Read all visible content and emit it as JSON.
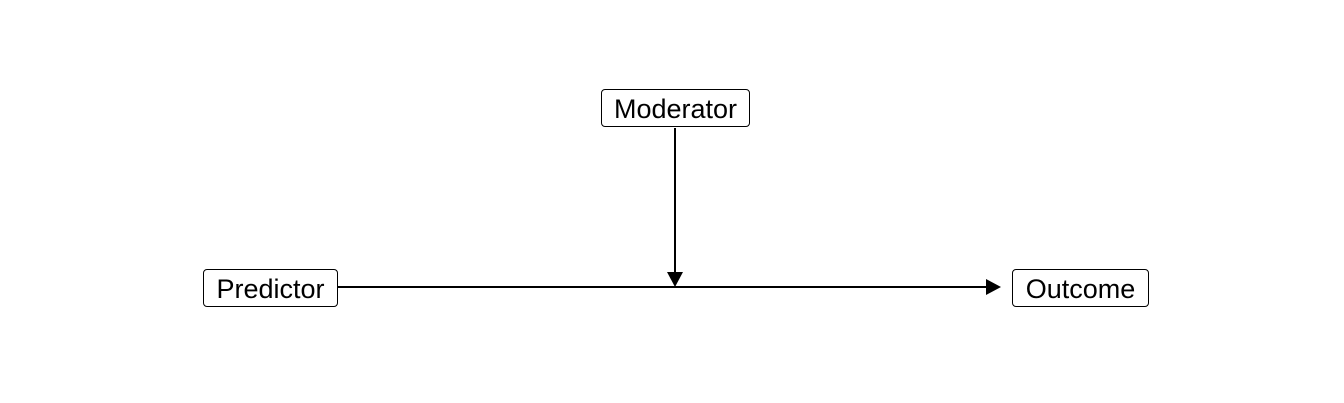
{
  "nodes": {
    "moderator": {
      "label": "Moderator"
    },
    "predictor": {
      "label": "Predictor"
    },
    "outcome": {
      "label": "Outcome"
    }
  },
  "edges": [
    {
      "from": "predictor",
      "to": "outcome",
      "type": "directed"
    },
    {
      "from": "moderator",
      "to": "predictor-outcome-path",
      "type": "directed"
    }
  ],
  "colors": {
    "line": "#000000",
    "node_border": "#000000",
    "background": "#ffffff"
  }
}
